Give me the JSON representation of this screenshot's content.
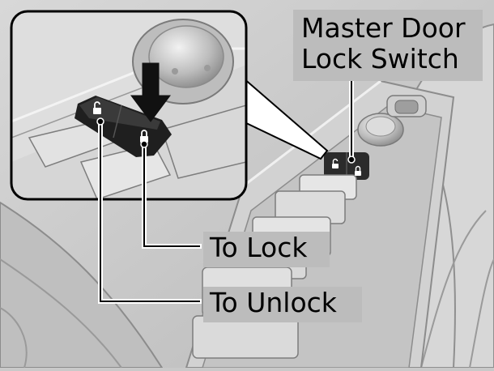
{
  "labels": {
    "master_line1": "Master Door",
    "master_line2": "Lock Switch",
    "to_lock": "To Lock",
    "to_unlock": "To Unlock"
  },
  "icons": [
    "lock-icon",
    "unlock-icon",
    "down-arrow-icon"
  ],
  "colors": {
    "panel": "#c9c9c9",
    "panel_light": "#e0e0e0",
    "panel_dark": "#9a9a9a",
    "switch": "#2b2b2b",
    "callout_bg": "#bcbcbc",
    "leader": "#000000"
  }
}
